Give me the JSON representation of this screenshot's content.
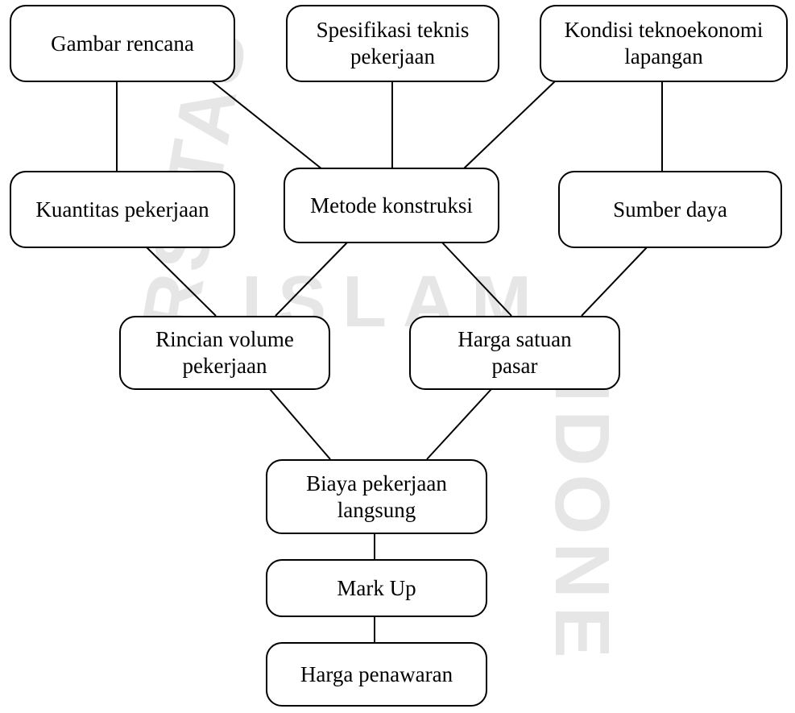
{
  "diagram": {
    "nodes": {
      "gambar_rencana": {
        "lines": [
          "Gambar rencana"
        ]
      },
      "spesifikasi_teknis": {
        "lines": [
          "Spesifikasi teknis",
          "pekerjaan"
        ]
      },
      "kondisi_teknoekonomi": {
        "lines": [
          "Kondisi teknoekonomi",
          "lapangan"
        ]
      },
      "kuantitas_pekerjaan": {
        "lines": [
          "Kuantitas pekerjaan"
        ]
      },
      "metode_konstruksi": {
        "lines": [
          "Metode konstruksi"
        ]
      },
      "sumber_daya": {
        "lines": [
          "Sumber daya"
        ]
      },
      "rincian_volume": {
        "lines": [
          "Rincian volume",
          "pekerjaan"
        ]
      },
      "harga_satuan": {
        "lines": [
          "Harga satuan",
          "pasar"
        ]
      },
      "biaya_pekerjaan": {
        "lines": [
          "Biaya pekerjaan",
          "langsung"
        ]
      },
      "mark_up": {
        "lines": [
          "Mark Up"
        ]
      },
      "harga_penawaran": {
        "lines": [
          "Harga penawaran"
        ]
      }
    },
    "edges": [
      [
        "gambar_rencana",
        "kuantitas_pekerjaan"
      ],
      [
        "gambar_rencana",
        "metode_konstruksi"
      ],
      [
        "spesifikasi_teknis",
        "metode_konstruksi"
      ],
      [
        "kondisi_teknoekonomi",
        "metode_konstruksi"
      ],
      [
        "kondisi_teknoekonomi",
        "sumber_daya"
      ],
      [
        "kuantitas_pekerjaan",
        "rincian_volume"
      ],
      [
        "metode_konstruksi",
        "rincian_volume"
      ],
      [
        "metode_konstruksi",
        "harga_satuan"
      ],
      [
        "sumber_daya",
        "harga_satuan"
      ],
      [
        "rincian_volume",
        "biaya_pekerjaan"
      ],
      [
        "harga_satuan",
        "biaya_pekerjaan"
      ],
      [
        "biaya_pekerjaan",
        "mark_up"
      ],
      [
        "mark_up",
        "harga_penawaran"
      ]
    ]
  },
  "watermark": {
    "left_arc": "ERSITAS",
    "top_arc": "ISLAM",
    "right_arc": "NDONE"
  }
}
